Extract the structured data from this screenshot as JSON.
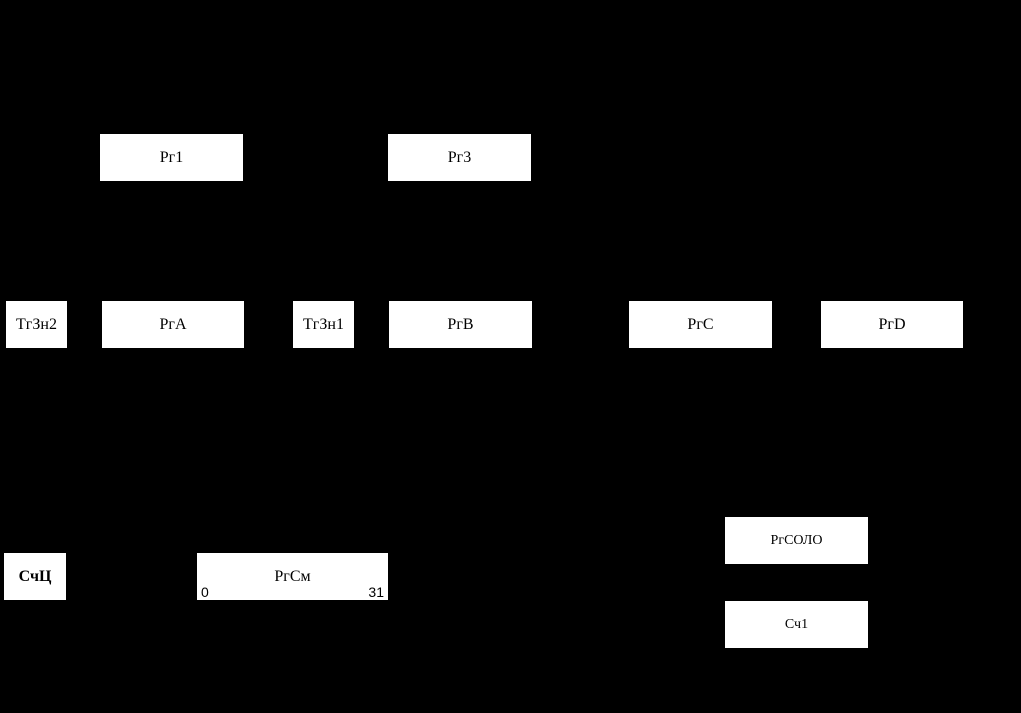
{
  "diagram": {
    "background_color": "#000000",
    "block_color": "#ffffff",
    "text_color": "#000000",
    "blocks": {
      "pr1": {
        "label": "Рг1"
      },
      "pr3": {
        "label": "Рг3"
      },
      "trz2": {
        "label": "ТгЗн2"
      },
      "pra": {
        "label": "РгA"
      },
      "trz1": {
        "label": "ТгЗн1"
      },
      "prb": {
        "label": "РгB"
      },
      "prc": {
        "label": "РгC"
      },
      "prd": {
        "label": "РгD"
      },
      "sch": {
        "label": "СчЦ"
      },
      "prsm": {
        "label": "РгСм",
        "bit_low": "0",
        "bit_high": "31"
      },
      "prsolo": {
        "label": "РгСОЛО"
      },
      "sch1": {
        "label": "Сч1"
      }
    }
  }
}
